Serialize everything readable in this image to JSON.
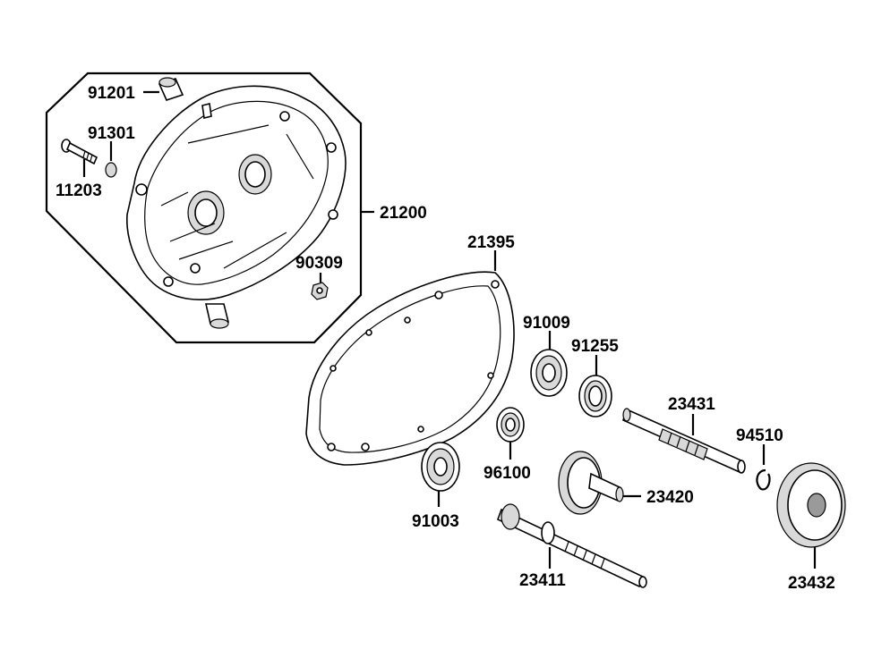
{
  "labels": {
    "p91201": "91201",
    "p91301": "91301",
    "p11203": "11203",
    "p21200": "21200",
    "p90309": "90309",
    "p21395": "21395",
    "p91009": "91009",
    "p91255": "91255",
    "p23431": "23431",
    "p94510": "94510",
    "p96100": "96100",
    "p23420": "23420",
    "p91003": "91003",
    "p23411": "23411",
    "p23432": "23432"
  }
}
